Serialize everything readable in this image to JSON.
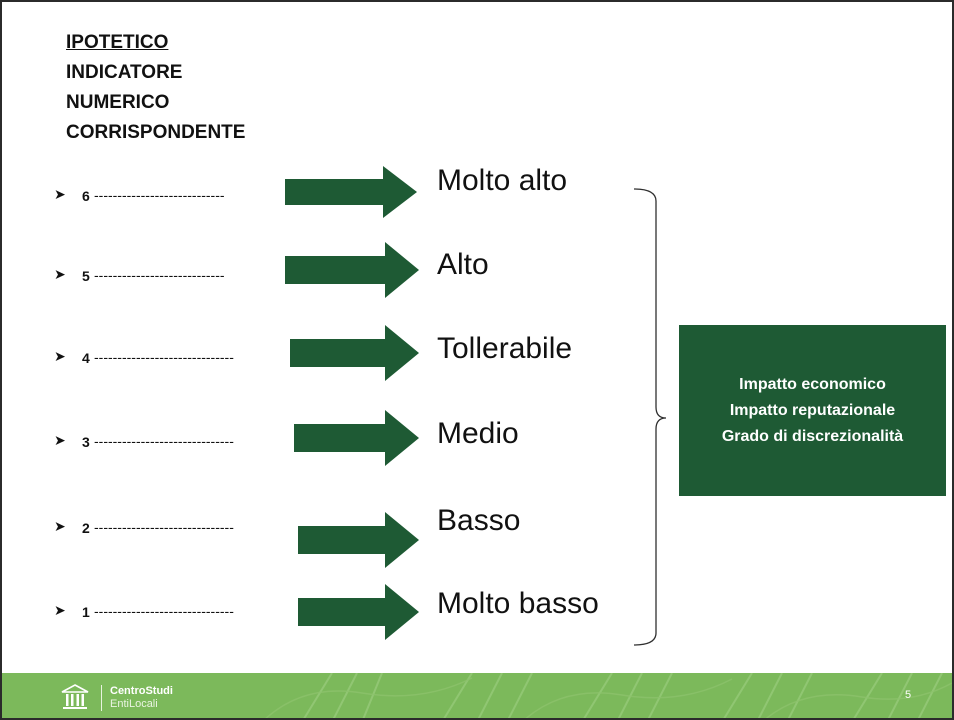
{
  "header": {
    "line1": "IPOTETICO",
    "line2": "INDICATORE",
    "line3": "NUMERICO",
    "line4": "CORRISPONDENTE"
  },
  "rows": [
    {
      "number": "6",
      "dashes": "----------------------------",
      "level": "Molto alto"
    },
    {
      "number": "5",
      "dashes": "----------------------------",
      "level": "Alto"
    },
    {
      "number": "4",
      "dashes": "------------------------------",
      "level": "Tollerabile"
    },
    {
      "number": "3",
      "dashes": "------------------------------",
      "level": "Medio"
    },
    {
      "number": "2",
      "dashes": "------------------------------",
      "level": "Basso"
    },
    {
      "number": "1",
      "dashes": "------------------------------",
      "level": "Molto basso"
    }
  ],
  "box": {
    "line1": "Impatto economico",
    "line2": "Impatto reputazionale",
    "line3": "Grado di discrezionalità"
  },
  "footer": {
    "brand_line1": "CentroStudi",
    "brand_line2": "EntiLocali",
    "page_number": "5"
  },
  "colors": {
    "arrow": "#1e5a34",
    "box": "#1e5a34",
    "footer": "#7cb95b"
  }
}
